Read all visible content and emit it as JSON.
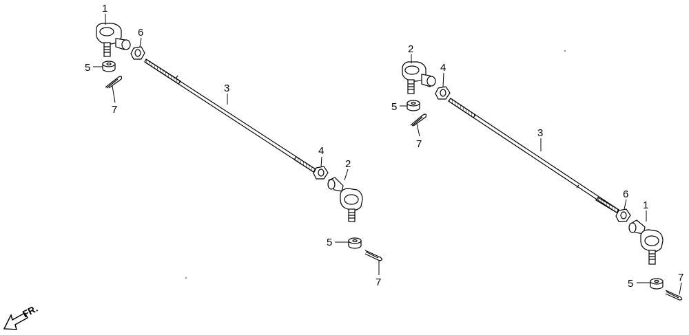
{
  "diagram": {
    "part_labels": {
      "p1": "1",
      "p2": "2",
      "p3": "3",
      "p4": "4",
      "p5": "5",
      "p6": "6",
      "p7": "7"
    },
    "front_indicator": "FR."
  }
}
